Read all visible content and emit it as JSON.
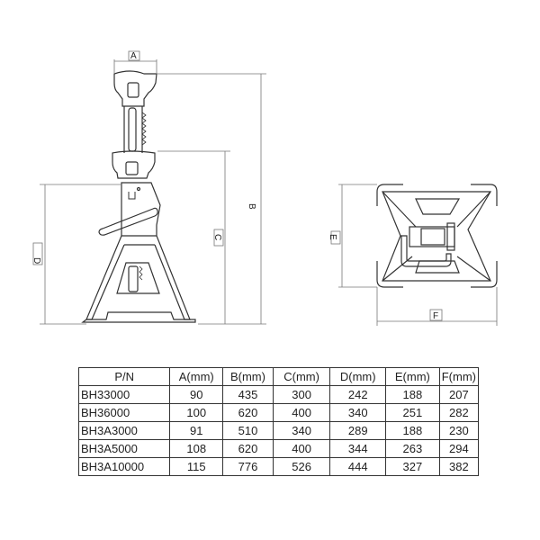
{
  "side_view": {
    "dimension_labels": {
      "A": "A",
      "B": "B",
      "C": "C",
      "D": "D"
    }
  },
  "top_view": {
    "dimension_labels": {
      "E": "E",
      "F": "F"
    }
  },
  "spec_table": {
    "headers": [
      "P/N",
      "A(mm)",
      "B(mm)",
      "C(mm)",
      "D(mm)",
      "E(mm)",
      "F(mm)"
    ],
    "rows": [
      [
        "BH33000",
        "90",
        "435",
        "300",
        "242",
        "188",
        "207"
      ],
      [
        "BH36000",
        "100",
        "620",
        "400",
        "340",
        "251",
        "282"
      ],
      [
        "BH3A3000",
        "91",
        "510",
        "340",
        "289",
        "188",
        "230"
      ],
      [
        "BH3A5000",
        "108",
        "620",
        "400",
        "344",
        "263",
        "294"
      ],
      [
        "BH3A10000",
        "115",
        "776",
        "526",
        "444",
        "327",
        "382"
      ]
    ]
  },
  "colors": {
    "line": "#333333",
    "dim_line": "#777777",
    "background": "#ffffff"
  }
}
